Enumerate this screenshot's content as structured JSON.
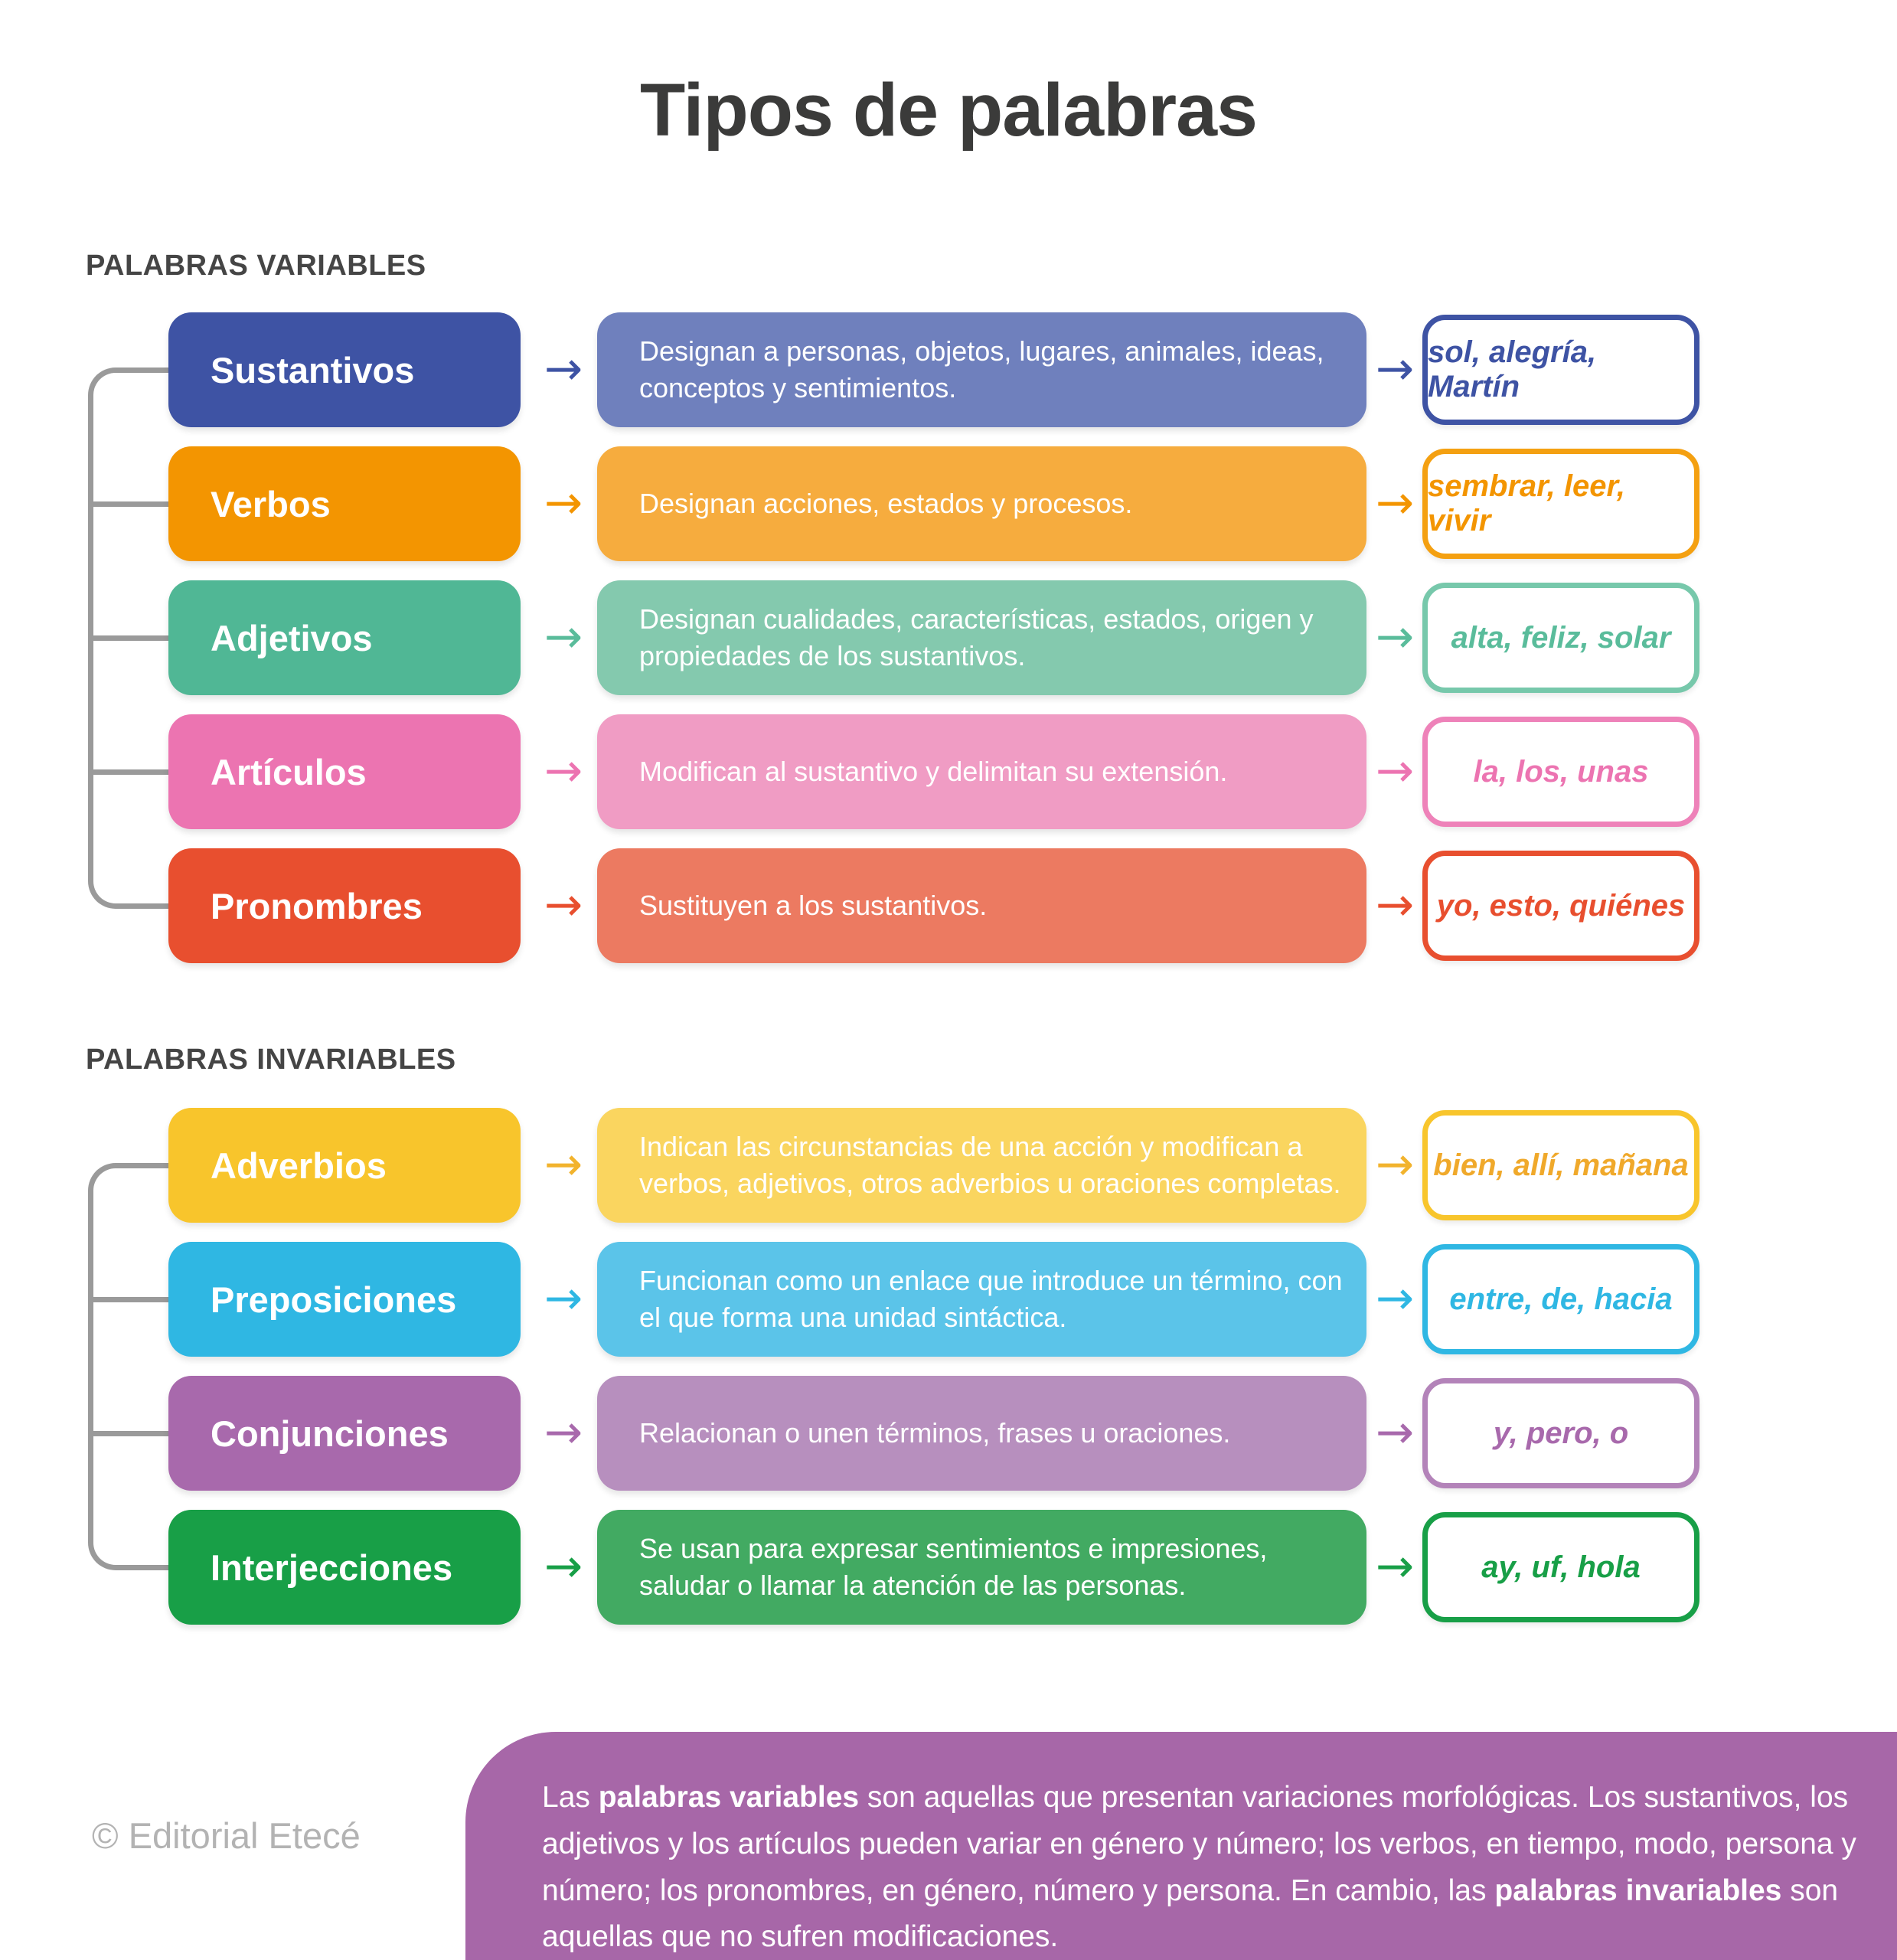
{
  "title": "Tipos de palabras",
  "copyright": "© Editorial Etecé",
  "icons": {
    "arrow": "→"
  },
  "palette": {
    "background": "#FFFFFF",
    "title_text": "#3B3B3A",
    "heading_text": "#454545",
    "bracket": "#9A9A9A",
    "copyright_text": "#B3B3B3"
  },
  "sections": [
    {
      "heading": "PALABRAS VARIABLES",
      "rows": [
        {
          "label": "Sustantivos",
          "description": "Designan a personas, objetos, lugares, animales, ideas, conceptos y sentimientos.",
          "examples": "sol, alegría, Martín",
          "colors": {
            "label_bg": "#3E53A4",
            "desc_bg": "#6F80BD",
            "arrow": "#3E53A4",
            "example_border": "#3E53A4",
            "example_text": "#3E53A4"
          }
        },
        {
          "label": "Verbos",
          "description": "Designan acciones, estados y procesos.",
          "examples": "sembrar, leer, vivir",
          "colors": {
            "label_bg": "#F39501",
            "desc_bg": "#F6AC3E",
            "arrow": "#F39501",
            "example_border": "#F4A011",
            "example_text": "#F39501"
          }
        },
        {
          "label": "Adjetivos",
          "description": "Designan cualidades, características, estados, origen y propiedades de los sustantivos.",
          "examples": "alta, feliz, solar",
          "colors": {
            "label_bg": "#50B795",
            "desc_bg": "#84C9AE",
            "arrow": "#5ABC9B",
            "example_border": "#77C8AB",
            "example_text": "#5ABC9B"
          }
        },
        {
          "label": "Artículos",
          "description": "Modifican al sustantivo y delimitan su extensión.",
          "examples": "la, los, unas",
          "colors": {
            "label_bg": "#EC74B1",
            "desc_bg": "#F09CC4",
            "arrow": "#EC74B1",
            "example_border": "#EE82B9",
            "example_text": "#EC74B1"
          }
        },
        {
          "label": "Pronombres",
          "description": "Sustituyen a los sustantivos.",
          "examples": "yo, esto, quiénes",
          "colors": {
            "label_bg": "#E84F2F",
            "desc_bg": "#EC7A61",
            "arrow": "#E84F2F",
            "example_border": "#E84F2F",
            "example_text": "#E84F2F"
          }
        }
      ]
    },
    {
      "heading": "PALABRAS INVARIABLES",
      "rows": [
        {
          "label": "Adverbios",
          "description": "Indican las circunstancias de una acción y modifican a verbos, adjetivos, otros adverbios u oraciones completas.",
          "examples": "bien, allí, mañana",
          "colors": {
            "label_bg": "#F8C52C",
            "desc_bg": "#FAD55F",
            "arrow": "#F2B32D",
            "example_border": "#F8C52C",
            "example_text": "#F0A92B"
          }
        },
        {
          "label": "Preposiciones",
          "description": "Funcionan como un enlace que introduce un término, con el que forma una unidad sintáctica.",
          "examples": "entre, de, hacia",
          "colors": {
            "label_bg": "#2FB7E3",
            "desc_bg": "#5BC4E9",
            "arrow": "#2FB7E3",
            "example_border": "#2FB7E3",
            "example_text": "#2FB7E3"
          }
        },
        {
          "label": "Conjunciones",
          "description": "Relacionan o unen términos, frases u oraciones.",
          "examples": "y, pero, o",
          "colors": {
            "label_bg": "#A869AC",
            "desc_bg": "#B78FBE",
            "arrow": "#A869AC",
            "example_border": "#B383B9",
            "example_text": "#A869AC"
          }
        },
        {
          "label": "Interjecciones",
          "description": "Se usan para expresar sentimientos e impresiones, saludar o llamar la atención de las personas.",
          "examples": "ay, uf, hola",
          "colors": {
            "label_bg": "#189F47",
            "desc_bg": "#42AA62",
            "arrow": "#189F47",
            "example_border": "#189F47",
            "example_text": "#189F47"
          }
        }
      ]
    }
  ],
  "footer": {
    "bg": "#A767A8",
    "segments": [
      {
        "text": "Las ",
        "bold": false
      },
      {
        "text": "palabras variables",
        "bold": true
      },
      {
        "text": " son aquellas que presentan variaciones morfológicas. Los sustantivos, los adjetivos y los artículos pueden variar en género y número; los verbos, en tiempo, modo, persona y número; los pronombres, en género, número y persona. En cambio, las ",
        "bold": false
      },
      {
        "text": "palabras invariables",
        "bold": true
      },
      {
        "text": " son aquellas que no sufren modificaciones.",
        "bold": false
      }
    ]
  }
}
